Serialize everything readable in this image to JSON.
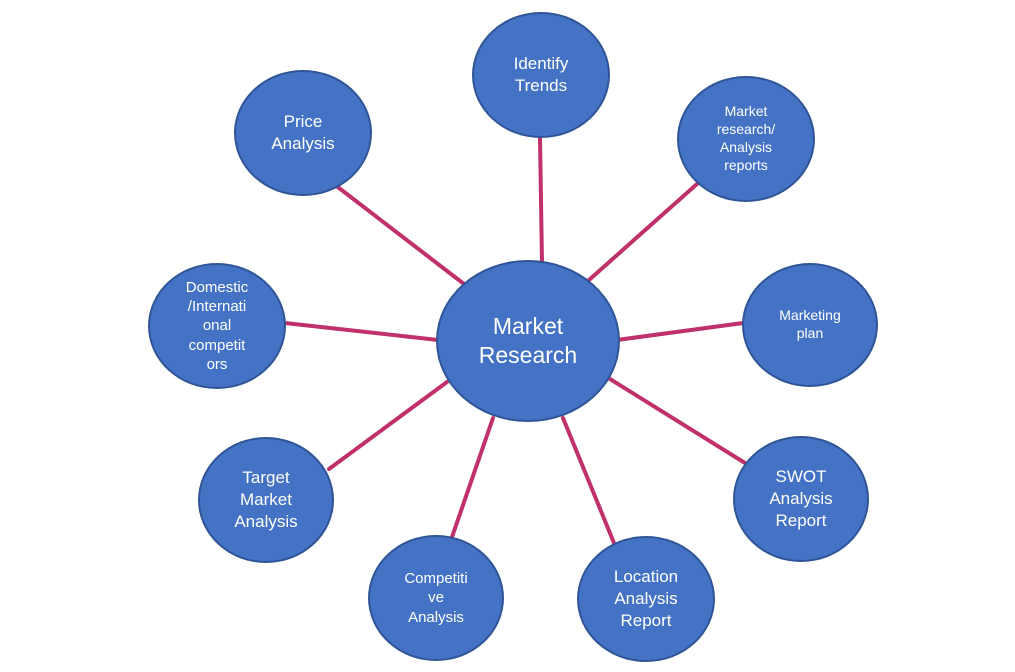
{
  "diagram": {
    "type": "hub-and-spoke",
    "colors": {
      "node_fill": "#4472c4",
      "node_border": "#2f5597",
      "node_text": "#ffffff",
      "connector": "#c0306a",
      "background": "#ffffff"
    },
    "center": {
      "label": "Market\nResearch"
    },
    "nodes": [
      {
        "id": "identify-trends",
        "label": "Identify\nTrends"
      },
      {
        "id": "market-research-reports",
        "label": "Market\nresearch/\nAnalysis\nreports"
      },
      {
        "id": "marketing-plan",
        "label": "Marketing\nplan"
      },
      {
        "id": "swot-analysis-report",
        "label": "SWOT\nAnalysis\nReport"
      },
      {
        "id": "location-analysis-report",
        "label": "Location\nAnalysis\nReport"
      },
      {
        "id": "competitive-analysis",
        "label": "Competiti\nve\nAnalysis"
      },
      {
        "id": "target-market-analysis",
        "label": "Target\nMarket\nAnalysis"
      },
      {
        "id": "domestic-international-competitors",
        "label": "Domestic\n/Internati\nonal\ncompetit\nors"
      },
      {
        "id": "price-analysis",
        "label": "Price\nAnalysis"
      }
    ]
  }
}
